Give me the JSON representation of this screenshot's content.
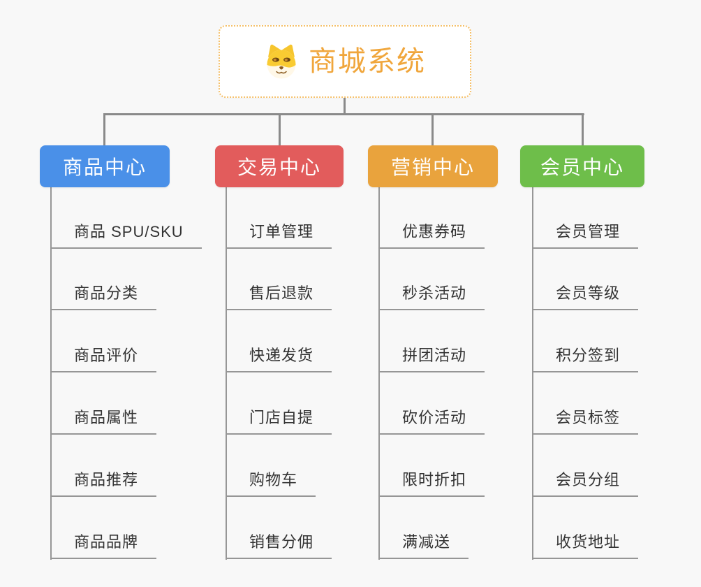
{
  "root": {
    "title": "商城系统",
    "icon": "doge-icon",
    "accent_color": "#F0A63C",
    "border_color": "#F5C06A"
  },
  "connector_color": "#8A8A8A",
  "branches": [
    {
      "label": "商品中心",
      "color": "#4A90E8",
      "items": [
        "商品 SPU/SKU",
        "商品分类",
        "商品评价",
        "商品属性",
        "商品推荐",
        "商品品牌"
      ]
    },
    {
      "label": "交易中心",
      "color": "#E25C5C",
      "items": [
        "订单管理",
        "售后退款",
        "快递发货",
        "门店自提",
        "购物车",
        "销售分佣"
      ]
    },
    {
      "label": "营销中心",
      "color": "#E9A33D",
      "items": [
        "优惠券码",
        "秒杀活动",
        "拼团活动",
        "砍价活动",
        "限时折扣",
        "满减送"
      ]
    },
    {
      "label": "会员中心",
      "color": "#6EBE4A",
      "items": [
        "会员管理",
        "会员等级",
        "积分签到",
        "会员标签",
        "会员分组",
        "收货地址"
      ]
    }
  ]
}
